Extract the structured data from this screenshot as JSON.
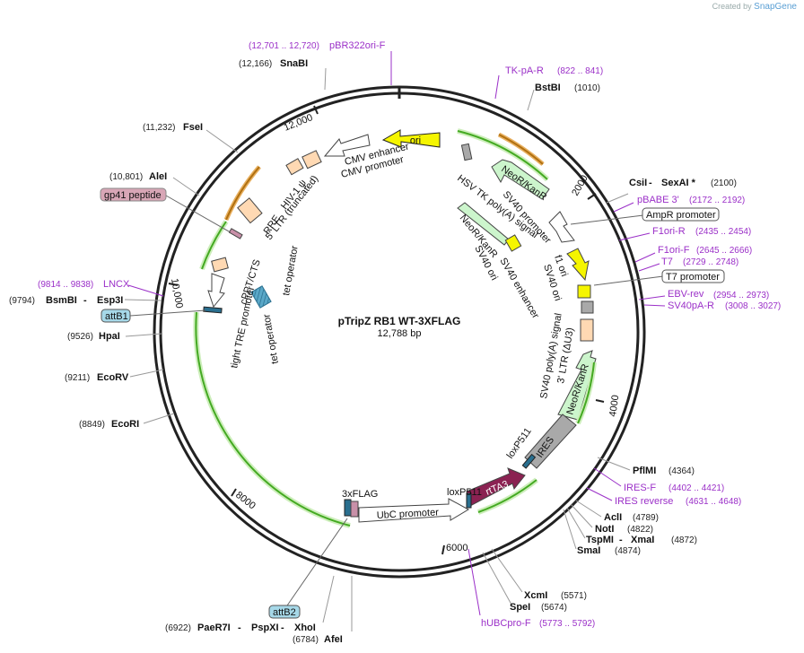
{
  "watermark": {
    "prefix": "Created by",
    "brand": "SnapGene"
  },
  "plasmid": {
    "name": "pTripZ RB1 WT-3XFLAG",
    "size": "12,788 bp"
  },
  "ticks": [
    "2000",
    "4000",
    "6000",
    "8000",
    "10,000",
    "12,000"
  ],
  "enzymes": {
    "snabi": {
      "name": "SnaBI",
      "pos": "(12,166)"
    },
    "bstbi": {
      "name": "BstBI",
      "pos": "(1010)"
    },
    "fsei": {
      "name": "FseI",
      "pos": "(11,232)"
    },
    "alei": {
      "name": "AleI",
      "pos": "(10,801)"
    },
    "csii": {
      "name": "CsiI",
      "sep": " - ",
      "name2": "SexAI *",
      "pos": "(2100)"
    },
    "bsmbi": {
      "pos": "(9794)",
      "name": "BsmBI",
      "sep": " - ",
      "name2": "Esp3I"
    },
    "hpai": {
      "pos": "(9526)",
      "name": "HpaI"
    },
    "ecorv": {
      "pos": "(9211)",
      "name": "EcoRV"
    },
    "ecori": {
      "pos": "(8849)",
      "name": "EcoRI"
    },
    "pflmi": {
      "name": "PflMI",
      "pos": "(4364)"
    },
    "acli": {
      "name": "AclI",
      "pos": "(4789)"
    },
    "noti": {
      "name": "NotI",
      "pos": "(4822)"
    },
    "tspmi": {
      "name": "TspMI",
      "sep": " - ",
      "name2": "XmaI",
      "pos": "(4872)"
    },
    "smai": {
      "name": "SmaI",
      "pos": "(4874)"
    },
    "xcmi": {
      "name": "XcmI",
      "pos": "(5571)"
    },
    "spei": {
      "name": "SpeI",
      "pos": "(5674)"
    },
    "paer7i": {
      "pos": "(6922)",
      "name": "PaeR7I",
      "sep": " - ",
      "name2": "PspXI",
      "sep2": " - ",
      "name3": "XhoI"
    },
    "afei": {
      "pos": "(6784)",
      "name": "AfeI"
    }
  },
  "primers": {
    "pbr322": {
      "pos": "(12,701 .. 12,720)",
      "name": "pBR322ori-F"
    },
    "tkpa": {
      "name": "TK-pA-R",
      "pos": "(822 .. 841)"
    },
    "pbabe": {
      "name": "pBABE 3'",
      "pos": "(2172 .. 2192)"
    },
    "f1orir": {
      "name": "F1ori-R",
      "pos": "(2435 .. 2454)"
    },
    "f1orif": {
      "name": "F1ori-F",
      "pos": "(2645 .. 2666)"
    },
    "t7": {
      "name": "T7",
      "pos": "(2729 .. 2748)"
    },
    "ebvrev": {
      "name": "EBV-rev",
      "pos": "(2954 .. 2973)"
    },
    "sv40pa": {
      "name": "SV40pA-R",
      "pos": "(3008 .. 3027)"
    },
    "lncx": {
      "pos": "(9814 .. 9838)",
      "name": "LNCX"
    },
    "iresf": {
      "name": "IRES-F",
      "pos": "(4402 .. 4421)"
    },
    "iresrev": {
      "name": "IRES reverse",
      "pos": "(4631 .. 4648)"
    },
    "hubcpro": {
      "name": "hUBCpro-F",
      "pos": "(5773 .. 5792)"
    }
  },
  "boxed": {
    "gp41": "gp41 peptide",
    "ampr": "AmpR promoter",
    "t7prom": "T7 promoter",
    "attb1": "attB1",
    "attb2": "attB2"
  },
  "features": {
    "ori": "ori",
    "cmv_enh": "CMV enhancer",
    "cmv_prom": "CMV promoter",
    "hiv": "HIV-1 ψ",
    "ltr5": "5' LTR (truncated)",
    "rre": "RRE",
    "cppt": "cPPT/CTS",
    "tetop1": "tet operator",
    "tetop2": "tet operator",
    "tre": "tight TRE promoter",
    "hsvtk": "HSV TK poly(A) signal",
    "neo1": "NeoR/KanR",
    "sv40prom": "SV40 promoter",
    "neo2": "NeoR/KanR",
    "sv40enh": "SV40 enhancer",
    "sv40ori1": "SV40 ori",
    "f1ori": "f1 ori",
    "sv40ori2": "SV40 ori",
    "sv40pa": "SV40 poly(A) signal",
    "ltr3": "3' LTR (ΔU3)",
    "neo3": "NeoR/KanR",
    "ires": "IRES",
    "loxp1": "loxP511",
    "loxp2": "loxP511",
    "rtta3": "rtTA3",
    "ubc": "UbC promoter",
    "flag": "3xFLAG"
  },
  "colors": {
    "backbone": "#222222",
    "enzyme_label": "#111111",
    "primer": "#9b30c8",
    "ori": "#f5f500",
    "neor": "#ccf5cc",
    "rtta3": "#8b2252",
    "ires": "#a9a9a9",
    "ltr": "#ffd9b3",
    "orf_green": "#44aa22",
    "orf_orange": "#b07010"
  }
}
